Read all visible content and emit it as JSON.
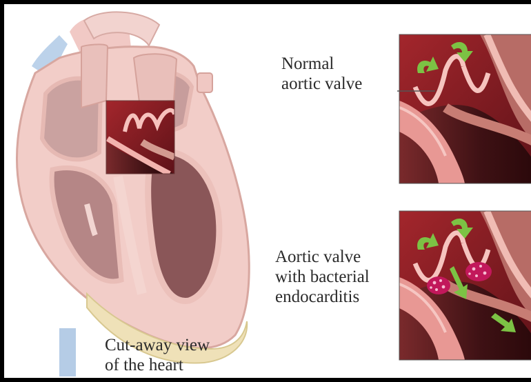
{
  "labels": {
    "normal_valve": [
      "Normal",
      "aortic valve"
    ],
    "diseased_valve": [
      "Aortic valve",
      "with bacterial",
      "endocarditis"
    ],
    "heart_caption": [
      "Cut-away view",
      "of the heart"
    ]
  },
  "colors": {
    "frame": "#000000",
    "heart_faded": "#efc3bd",
    "heart_outline": "#d8a7a0",
    "chamber_dark": "#6f2d2e",
    "blood_red": "#8d1c22",
    "valve_pink": "#f0a8a6",
    "vegetation": "#c2185b",
    "arrow_green": "#7cc244"
  }
}
